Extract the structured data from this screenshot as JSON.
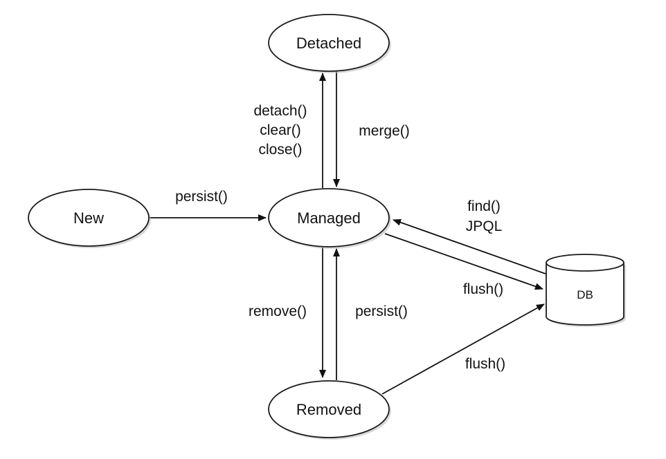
{
  "nodes": {
    "new": "New",
    "managed": "Managed",
    "detached": "Detached",
    "removed": "Removed",
    "db": "DB"
  },
  "edges": {
    "persist_new_to_managed": "persist()",
    "detach_line1": "detach()",
    "detach_line2": "clear()",
    "detach_line3": "close()",
    "merge": "merge()",
    "remove": "remove()",
    "persist_removed_to_managed": "persist()",
    "find_line1": "find()",
    "find_line2": "JPQL",
    "flush_managed": "flush()",
    "flush_removed": "flush()"
  },
  "colors": {
    "stroke": "#111111",
    "fill": "#ffffff",
    "background": "#ffffff"
  }
}
